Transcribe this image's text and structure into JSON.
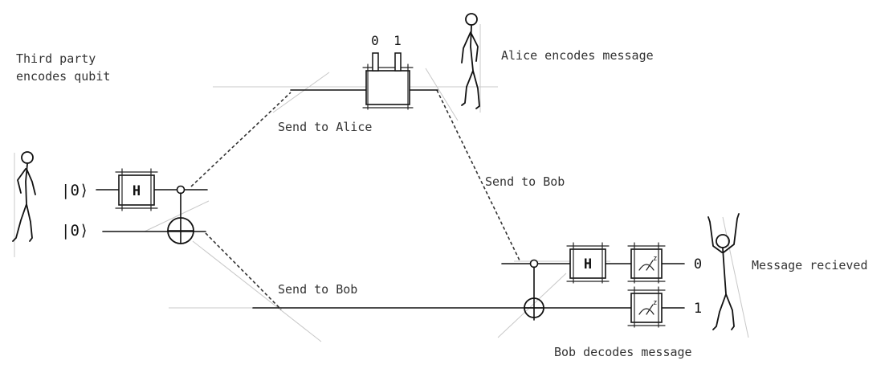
{
  "labels": {
    "third_party": [
      "Third party",
      "encodes qubit"
    ],
    "alice_encodes": "Alice encodes message",
    "send_to_alice": "Send to Alice",
    "send_to_bob_upper": "Send to Bob",
    "send_to_bob_lower": "Send to Bob",
    "bob_decodes": "Bob decodes message",
    "message_received": "Message recieved"
  },
  "states": {
    "ket_top": "|0⟩",
    "ket_bottom": "|0⟩"
  },
  "gates": {
    "third_party_h": "H",
    "bob_h": "H",
    "measure_superscript": "z"
  },
  "alice_bits": [
    "0",
    "1"
  ],
  "outputs": [
    "0",
    "1"
  ],
  "icons": [
    "stick-figure-third-party",
    "stick-figure-alice",
    "stick-figure-bob-cheering",
    "hadamard-gate",
    "cnot-gate",
    "measurement-gate",
    "two-bit-encoder-box"
  ]
}
